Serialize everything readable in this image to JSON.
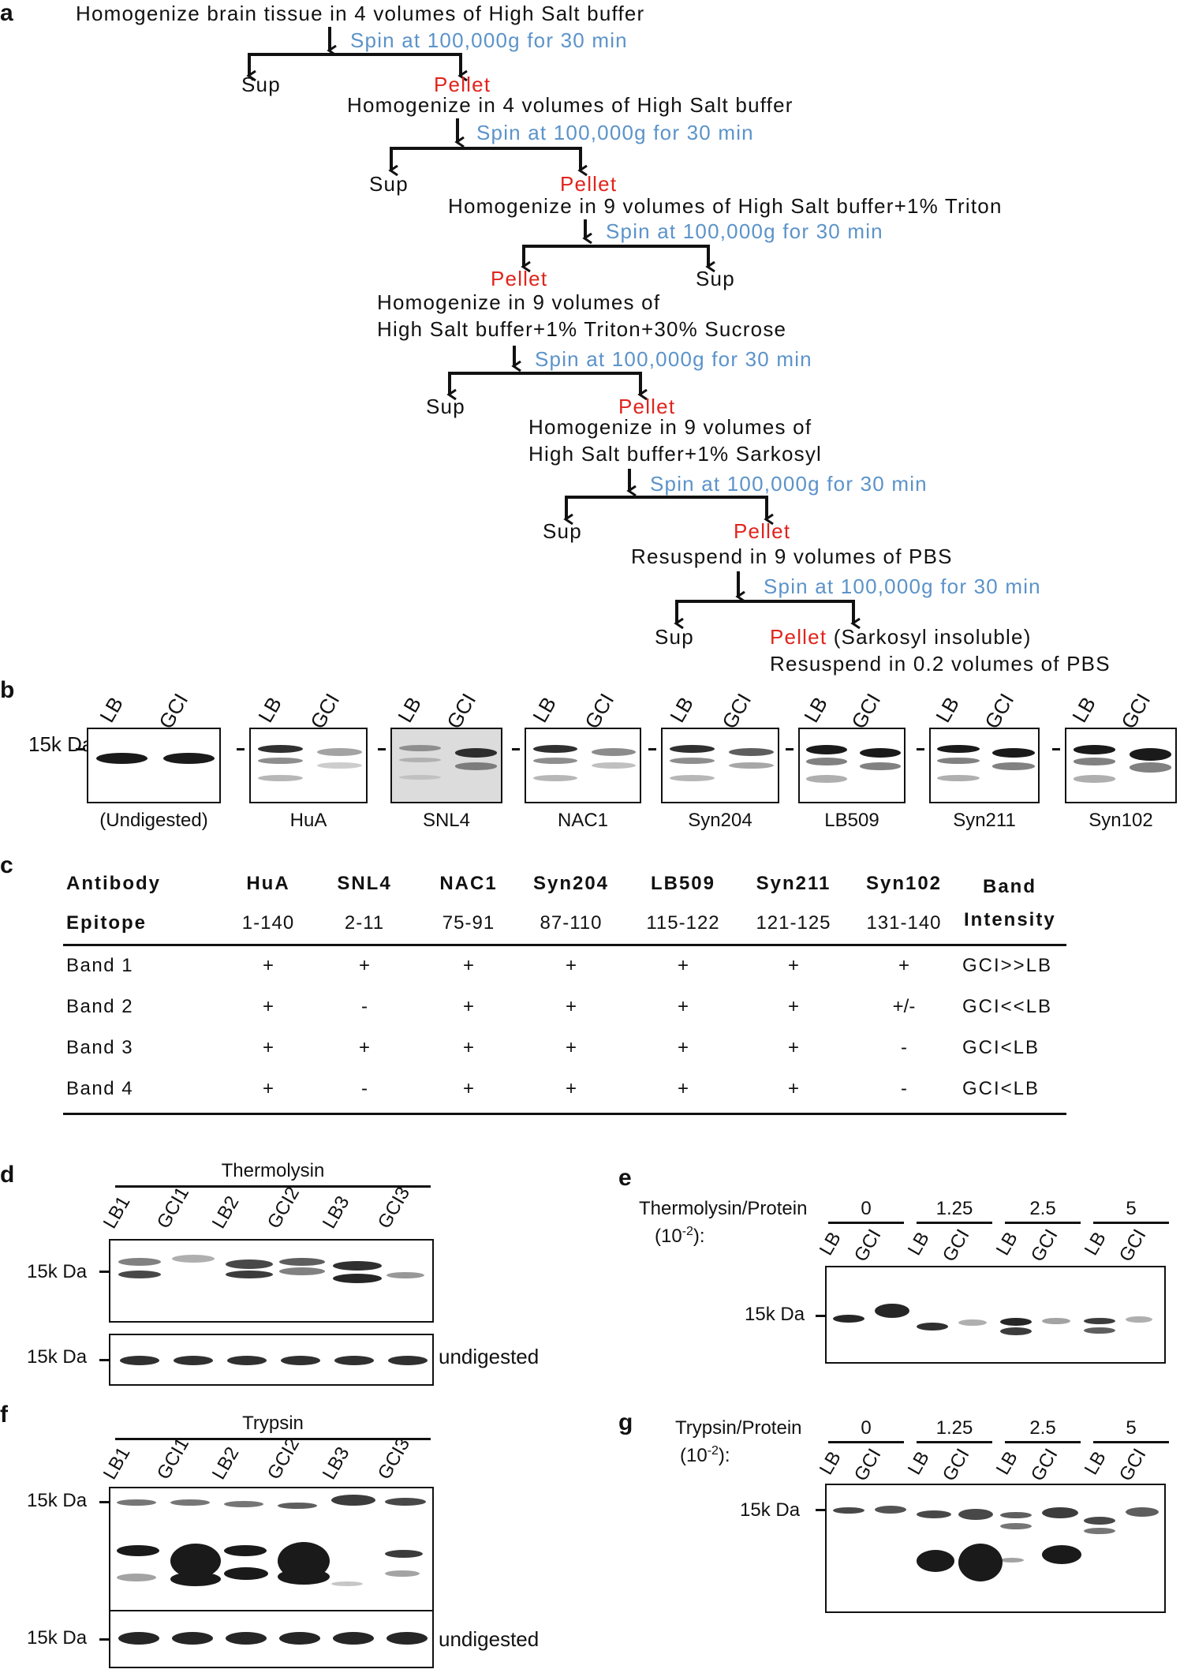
{
  "panel_labels": {
    "a": "a",
    "b": "b",
    "c": "c",
    "d": "d",
    "e": "e",
    "f": "f",
    "g": "g"
  },
  "flow": {
    "step1": "Homogenize brain tissue in 4 volumes of High Salt buffer",
    "step2": "Homogenize in 4 volumes of High Salt buffer",
    "step3": "Homogenize in 9 volumes of High Salt buffer+1% Triton",
    "step4a": "Homogenize in 9 volumes of",
    "step4b": "High Salt buffer+1% Triton+30% Sucrose",
    "step5a": "Homogenize in 9 volumes of",
    "step5b": "High Salt buffer+1% Sarkosyl",
    "step6": "Resuspend in 9 volumes of PBS",
    "spin": "Spin at 100,000g for 30 min",
    "sup": "Sup",
    "pellet": "Pellet",
    "final_note": "(Sarkosyl insoluble)",
    "final_resuspend": "Resuspend in 0.2 volumes of PBS"
  },
  "panel_b": {
    "marker": "15k Da",
    "lanes": [
      "LB",
      "GCI"
    ],
    "blots": [
      "(Undigested)",
      "HuA",
      "SNL4",
      "NAC1",
      "Syn204",
      "LB509",
      "Syn211",
      "Syn102"
    ]
  },
  "panel_c": {
    "header_antibody": "Antibody",
    "header_epitope": "Epitope",
    "header_band": "Band",
    "header_intensity": "Intensity",
    "antibodies": [
      "HuA",
      "SNL4",
      "NAC1",
      "Syn204",
      "LB509",
      "Syn211",
      "Syn102"
    ],
    "epitopes": [
      "1-140",
      "2-11",
      "75-91",
      "87-110",
      "115-122",
      "121-125",
      "131-140"
    ],
    "rows": [
      {
        "name": "Band 1",
        "values": [
          "+",
          "+",
          "+",
          "+",
          "+",
          "+",
          "+"
        ],
        "intensity": "GCI>>LB"
      },
      {
        "name": "Band 2",
        "values": [
          "+",
          "-",
          "+",
          "+",
          "+",
          "+",
          "+/-"
        ],
        "intensity": "GCI<<LB"
      },
      {
        "name": "Band 3",
        "values": [
          "+",
          "+",
          "+",
          "+",
          "+",
          "+",
          "-"
        ],
        "intensity": "GCI<LB"
      },
      {
        "name": "Band 4",
        "values": [
          "+",
          "-",
          "+",
          "+",
          "+",
          "+",
          "-"
        ],
        "intensity": "GCI<LB"
      }
    ]
  },
  "panel_d": {
    "title": "Thermolysin",
    "lanes": [
      "LB1",
      "GCI1",
      "LB2",
      "GCI2",
      "LB3",
      "GCI3"
    ],
    "marker": "15k Da",
    "undigested": "undigested"
  },
  "panel_e": {
    "ratio_label_1": "Thermolysin/Protein",
    "ratio_label_2": "(10",
    "ratio_exp": "-2",
    "ratio_close": "):",
    "ratios": [
      "0",
      "1.25",
      "2.5",
      "5"
    ],
    "lanes": [
      "LB",
      "GCI"
    ],
    "marker": "15k Da"
  },
  "panel_f": {
    "title": "Trypsin",
    "lanes": [
      "LB1",
      "GCI1",
      "LB2",
      "GCI2",
      "LB3",
      "GCI3"
    ],
    "marker": "15k Da",
    "undigested": "undigested"
  },
  "panel_g": {
    "ratio_label_1": "Trypsin/Protein",
    "ratio_label_2": "(10",
    "ratio_exp": "-2",
    "ratio_close": "):",
    "ratios": [
      "0",
      "1.25",
      "2.5",
      "5"
    ],
    "lanes": [
      "LB",
      "GCI"
    ],
    "marker": "15k Da"
  }
}
